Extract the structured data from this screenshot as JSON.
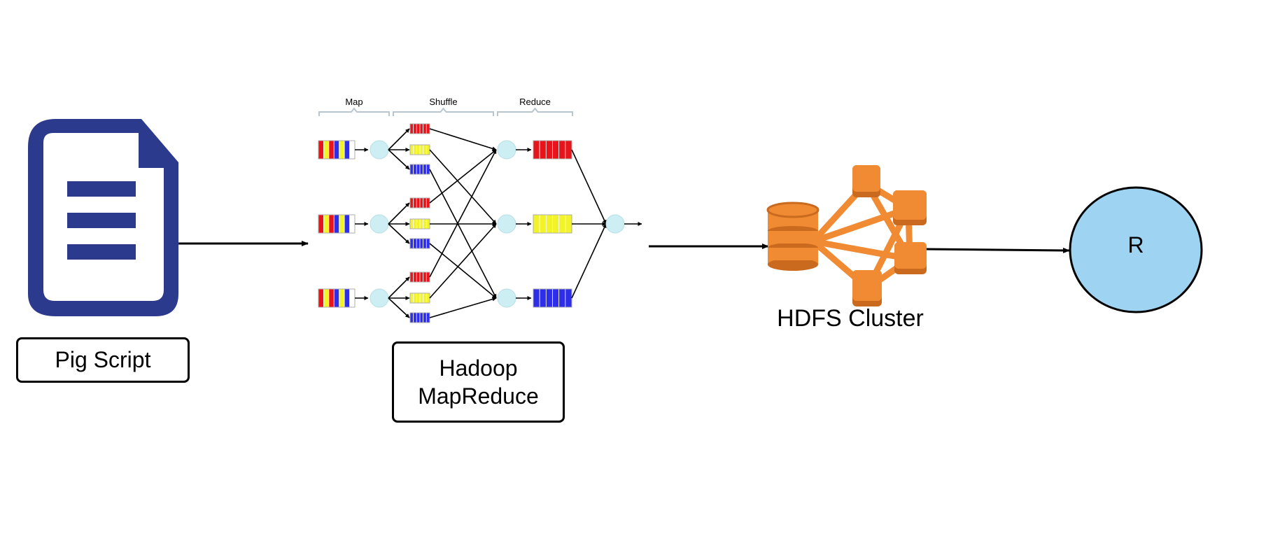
{
  "nodes": {
    "pig": {
      "label": "Pig Script",
      "icon": "document-icon",
      "color": "#2B3A8C"
    },
    "mapreduce": {
      "label_line1": "Hadoop",
      "label_line2": "MapReduce",
      "phases": [
        "Map",
        "Shuffle",
        "Reduce"
      ],
      "queue_colors": {
        "red": "#E8141B",
        "yellow": "#F3F32A",
        "blue": "#2E2EE8"
      },
      "circle_color": "#CDEFF4"
    },
    "hdfs": {
      "label": "HDFS Cluster",
      "icon": "cluster-icon",
      "color": "#F08A33",
      "shade": "#C96A1E"
    },
    "r": {
      "label": "R",
      "color": "#9FD3F2"
    }
  }
}
